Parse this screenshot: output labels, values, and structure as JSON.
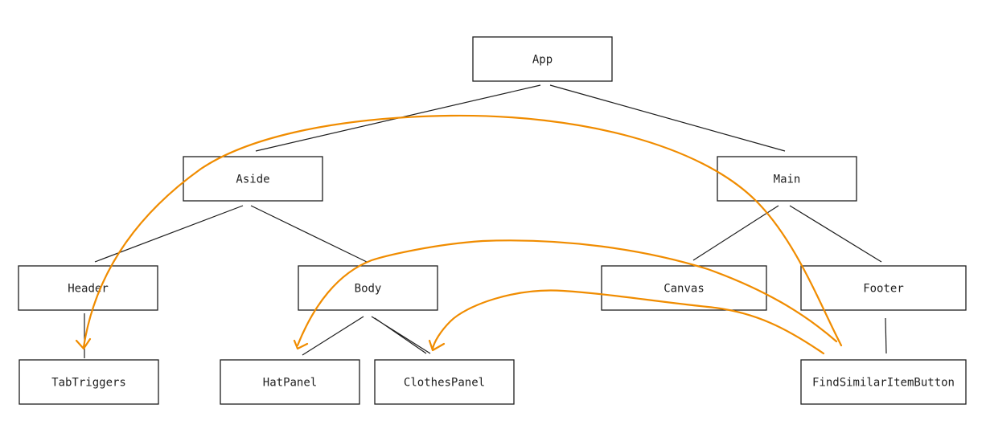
{
  "colors": {
    "node_border": "#1e1e1e",
    "edge": "#1e1e1e",
    "flow_arrow": "#f08c00",
    "background": "#ffffff"
  },
  "nodes": {
    "app": "App",
    "aside": "Aside",
    "main": "Main",
    "header": "Header",
    "body": "Body",
    "canvas": "Canvas",
    "footer": "Footer",
    "tab_triggers": "TabTriggers",
    "hat_panel": "HatPanel",
    "clothes_panel": "ClothesPanel",
    "find_similar_item_button": "FindSimilarItemButton"
  },
  "edges": [
    {
      "from": "App",
      "to": "Aside"
    },
    {
      "from": "App",
      "to": "Main"
    },
    {
      "from": "Aside",
      "to": "Header"
    },
    {
      "from": "Aside",
      "to": "Body"
    },
    {
      "from": "Main",
      "to": "Canvas"
    },
    {
      "from": "Main",
      "to": "Footer"
    },
    {
      "from": "Header",
      "to": "TabTriggers"
    },
    {
      "from": "Body",
      "to": "HatPanel"
    },
    {
      "from": "Body",
      "to": "ClothesPanel"
    },
    {
      "from": "Footer",
      "to": "FindSimilarItemButton"
    }
  ],
  "flow_arrows": [
    {
      "from": "FindSimilarItemButton",
      "to": "TabTriggers"
    },
    {
      "from": "FindSimilarItemButton",
      "to": "HatPanel"
    },
    {
      "from": "FindSimilarItemButton",
      "to": "ClothesPanel"
    }
  ]
}
